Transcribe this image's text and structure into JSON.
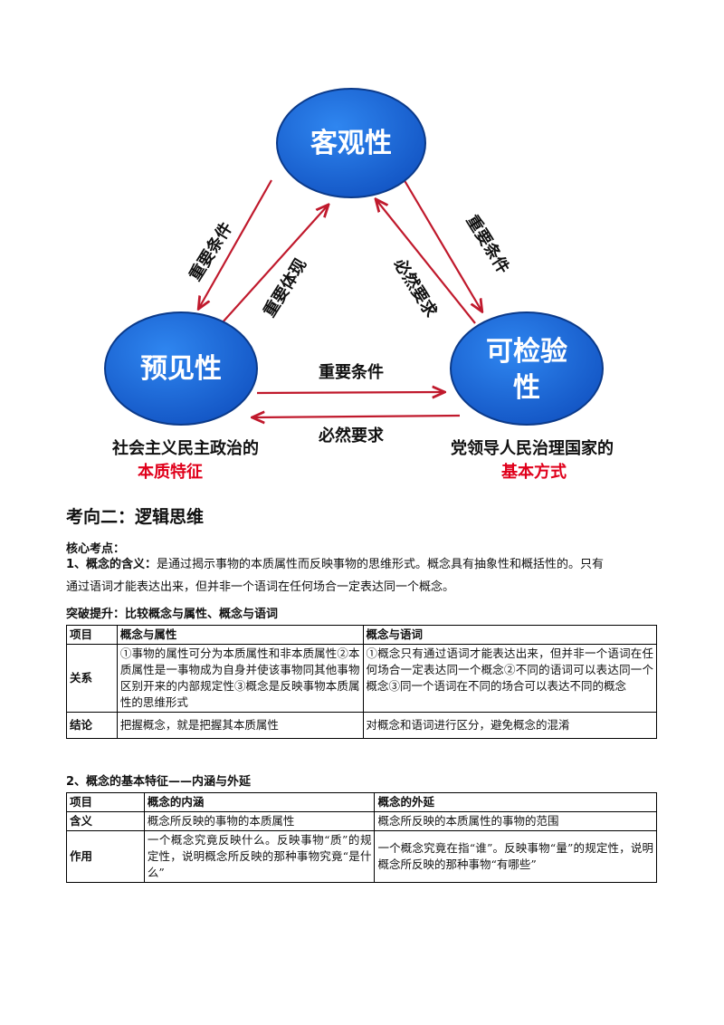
{
  "diagram": {
    "nodes": {
      "objective": "客观性",
      "foresight": "预见性",
      "verifiable_1": "可检验",
      "verifiable_2": "性"
    },
    "arrows": {
      "left_outer": "重要条件",
      "left_inner": "重要体现",
      "right_inner": "必然要求",
      "right_outer": "重要条件",
      "bottom_top": "重要条件",
      "bottom_bottom": "必然要求"
    },
    "captions": {
      "left_line1": "社会主义民主政治的",
      "left_line2": "本质特征",
      "right_line1": "党领导人民治理国家的",
      "right_line2": "基本方式"
    },
    "colors": {
      "node_blue": "#1f6fdc",
      "arrow_red": "#c0192c",
      "caption_red": "#e0001b"
    }
  },
  "section": {
    "title": "考向二：逻辑思维"
  },
  "core_points": {
    "label": "核心考点："
  },
  "point1": {
    "heading": "1、概念的含义：",
    "text_line1": "是通过揭示事物的本质属性而反映事物的思维形式。概念具有抽象性和概括性的。只有",
    "text_line2": "通过语词才能表达出来，但并非一个语词在任何场合一定表达同一个概念。"
  },
  "breakthrough": {
    "label": "突破提升：比较概念与属性、概念与语词"
  },
  "table1": {
    "headers": [
      "项目",
      "概念与属性",
      "概念与语词"
    ],
    "rows": [
      {
        "label": "关系",
        "col1": "①事物的属性可分为本质属性和非本质属性②本质属性是一事物成为自身并使该事物同其他事物区别开来的内部规定性③概念是反映事物本质属性的思维形式",
        "col2": "①概念只有通过语词才能表达出来，但并非一个语词在任何场合一定表达同一个概念②不同的语词可以表达同一个概念③同一个语词在不同的场合可以表达不同的概念"
      },
      {
        "label": "结论",
        "col1": "把握概念，就是把握其本质属性",
        "col2": "对概念和语词进行区分，避免概念的混淆"
      }
    ]
  },
  "point2": {
    "heading": "2、概念的基本特征——内涵与外延"
  },
  "table2": {
    "headers": [
      "项目",
      "概念的内涵",
      "概念的外延"
    ],
    "rows": [
      {
        "label": "含义",
        "col1": "概念所反映的事物的本质属性",
        "col2": "概念所反映的本质属性的事物的范围"
      },
      {
        "label": "作用",
        "col1": "一个概念究竟反映什么。反映事物“质”的规定性，说明概念所反映的那种事物究竟“是什么”",
        "col2": "一个概念究竟在指“谁”。反映事物“量”的规定性，说明概念所反映的那种事物“有哪些”"
      }
    ]
  }
}
